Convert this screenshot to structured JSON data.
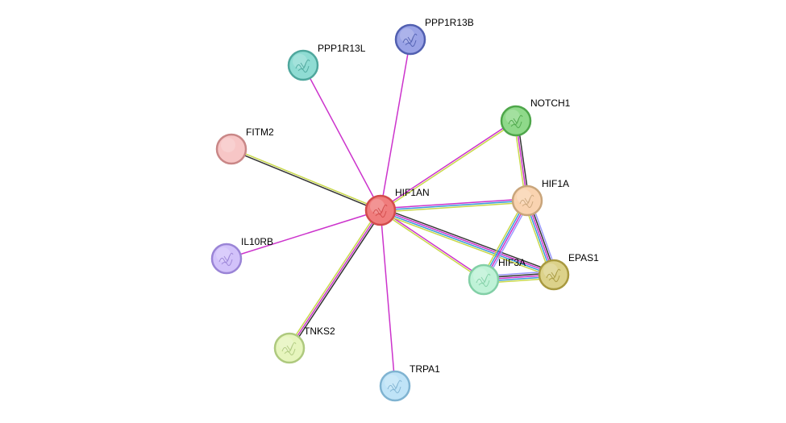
{
  "colors": {
    "experiments": "#cc33cc",
    "database": "#3a9ad9",
    "textmining": "#c8d84a",
    "coexpression": "#333333",
    "homology": "#9999ff",
    "neighborhood": "#33cc33"
  },
  "nodes": [
    {
      "id": "HIF1AN",
      "label": "HIF1AN",
      "fill": "#f07d7d",
      "stroke": "#d24b4b",
      "icon": "protein-structure-icon"
    },
    {
      "id": "PPP1R13B",
      "label": "PPP1R13B",
      "fill": "#9aa3e6",
      "stroke": "#515fb0",
      "icon": "protein-structure-icon"
    },
    {
      "id": "PPP1R13L",
      "label": "PPP1R13L",
      "fill": "#8fdcd3",
      "stroke": "#4fa79d",
      "icon": "protein-structure-icon"
    },
    {
      "id": "NOTCH1",
      "label": "NOTCH1",
      "fill": "#8fd98a",
      "stroke": "#4ea64a",
      "icon": "protein-structure-icon"
    },
    {
      "id": "FITM2",
      "label": "FITM2",
      "fill": "#f7c6c6",
      "stroke": "#c98787",
      "icon": "none"
    },
    {
      "id": "HIF1A",
      "label": "HIF1A",
      "fill": "#f9d3b0",
      "stroke": "#c9a57b",
      "icon": "protein-structure-icon"
    },
    {
      "id": "IL10RB",
      "label": "IL10RB",
      "fill": "#d2c2fa",
      "stroke": "#9a84d6",
      "icon": "protein-structure-icon"
    },
    {
      "id": "HIF3A",
      "label": "HIF3A",
      "fill": "#bff2d7",
      "stroke": "#82cfa6",
      "icon": "protein-structure-icon"
    },
    {
      "id": "EPAS1",
      "label": "EPAS1",
      "fill": "#dcd28a",
      "stroke": "#a8993f",
      "icon": "protein-structure-icon"
    },
    {
      "id": "TNKS2",
      "label": "TNKS2",
      "fill": "#e6f5bd",
      "stroke": "#aec97e",
      "icon": "protein-structure-icon"
    },
    {
      "id": "TRPA1",
      "label": "TRPA1",
      "fill": "#bfe3f7",
      "stroke": "#7fb3d1",
      "icon": "protein-structure-icon"
    }
  ],
  "edges": [
    {
      "source": "HIF1AN",
      "target": "PPP1R13B",
      "evidence": [
        "experiments"
      ]
    },
    {
      "source": "HIF1AN",
      "target": "PPP1R13L",
      "evidence": [
        "experiments"
      ]
    },
    {
      "source": "HIF1AN",
      "target": "NOTCH1",
      "evidence": [
        "experiments",
        "textmining"
      ]
    },
    {
      "source": "HIF1AN",
      "target": "FITM2",
      "evidence": [
        "coexpression",
        "textmining"
      ]
    },
    {
      "source": "HIF1AN",
      "target": "HIF1A",
      "evidence": [
        "experiments",
        "database",
        "textmining"
      ]
    },
    {
      "source": "HIF1AN",
      "target": "IL10RB",
      "evidence": [
        "experiments"
      ]
    },
    {
      "source": "HIF1AN",
      "target": "HIF3A",
      "evidence": [
        "experiments",
        "textmining"
      ]
    },
    {
      "source": "HIF1AN",
      "target": "EPAS1",
      "evidence": [
        "coexpression",
        "experiments",
        "database",
        "textmining"
      ]
    },
    {
      "source": "HIF1AN",
      "target": "TNKS2",
      "evidence": [
        "coexpression",
        "experiments",
        "textmining"
      ]
    },
    {
      "source": "HIF1AN",
      "target": "TRPA1",
      "evidence": [
        "experiments"
      ]
    },
    {
      "source": "NOTCH1",
      "target": "HIF1A",
      "evidence": [
        "coexpression",
        "experiments",
        "textmining"
      ]
    },
    {
      "source": "HIF1A",
      "target": "HIF3A",
      "evidence": [
        "homology",
        "experiments",
        "database",
        "textmining"
      ]
    },
    {
      "source": "HIF1A",
      "target": "EPAS1",
      "evidence": [
        "homology",
        "coexpression",
        "experiments",
        "database",
        "textmining"
      ]
    },
    {
      "source": "HIF3A",
      "target": "EPAS1",
      "evidence": [
        "homology",
        "coexpression",
        "experiments",
        "database",
        "textmining"
      ]
    }
  ]
}
